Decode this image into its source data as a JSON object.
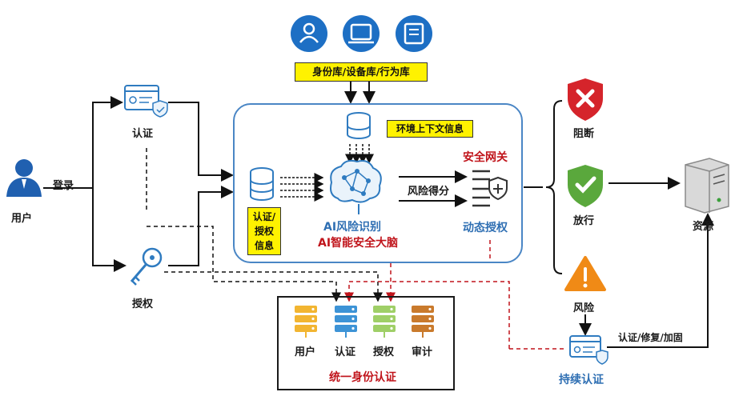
{
  "top_icons": [
    "user-badge-icon",
    "device-icon",
    "record-book-icon"
  ],
  "identity_db_label": "身份库/设备库/行为库",
  "env_context_label": "环境上下文信息",
  "auth_info_label": "认证/\n授权\n信息",
  "ai_risk_label": "AI风险识别",
  "ai_brain_label": "AI智能安全大脑",
  "security_gateway_label": "安全网关",
  "risk_score_label": "风险得分",
  "dynamic_auth_label": "动态授权",
  "user_label": "用户",
  "login_label": "登录",
  "authentication_label": "认证",
  "authorization_label": "授权",
  "block_label": "阻断",
  "allow_label": "放行",
  "risk_label": "风险",
  "resource_label": "资源",
  "remediation_label": "认证/修复/加固",
  "continuous_auth_label": "持续认证",
  "unified_identity_label": "统一身份认证",
  "modules": [
    {
      "label": "用户",
      "color": "#f2b531"
    },
    {
      "label": "认证",
      "color": "#3d93d6"
    },
    {
      "label": "授权",
      "color": "#9fcf67"
    },
    {
      "label": "审计",
      "color": "#c97a2c"
    }
  ],
  "colors": {
    "blue": "#2f6fb3",
    "red": "#c0141b",
    "yellow": "#fff200",
    "green": "#5aa83c"
  }
}
